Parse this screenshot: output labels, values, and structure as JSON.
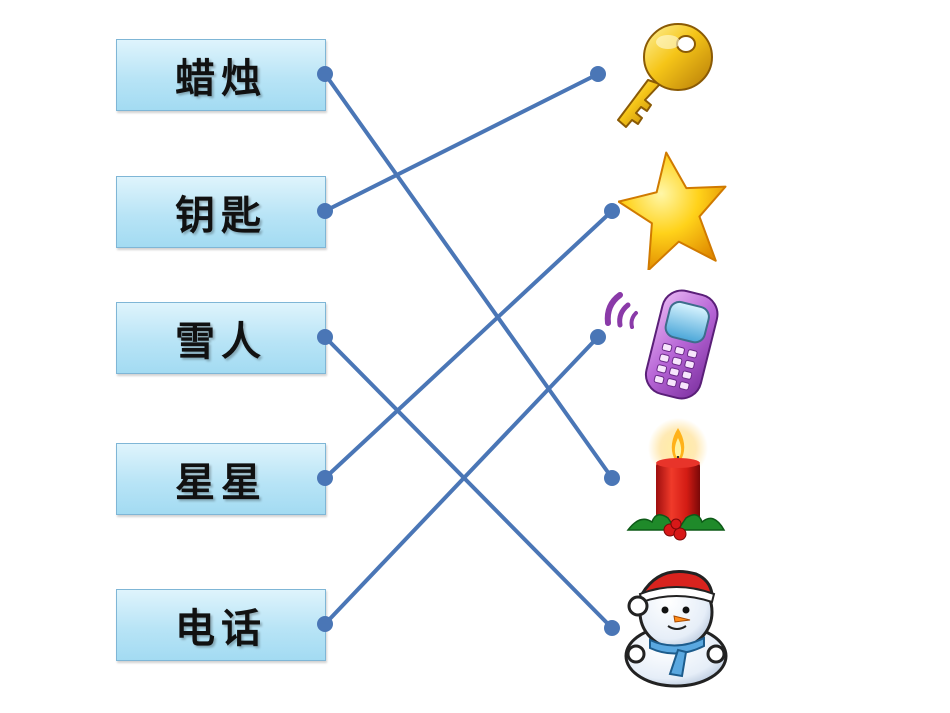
{
  "words": [
    {
      "label": "蜡烛"
    },
    {
      "label": "钥匙"
    },
    {
      "label": "雪人"
    },
    {
      "label": "星星"
    },
    {
      "label": "电话"
    }
  ],
  "pictures": [
    {
      "icon": "key-icon"
    },
    {
      "icon": "star-icon"
    },
    {
      "icon": "cellphone-icon"
    },
    {
      "icon": "candle-icon"
    },
    {
      "icon": "snowman-icon"
    }
  ],
  "connections": [
    {
      "word": "蜡烛",
      "picture": "candle-icon"
    },
    {
      "word": "钥匙",
      "picture": "key-icon"
    },
    {
      "word": "雪人",
      "picture": "snowman-icon"
    },
    {
      "word": "星星",
      "picture": "star-icon"
    },
    {
      "word": "电话",
      "picture": "cellphone-icon"
    }
  ],
  "colors": {
    "line": "#4a76b6",
    "box_fill": "#b8e4f6",
    "box_border": "#7fb6d6"
  }
}
